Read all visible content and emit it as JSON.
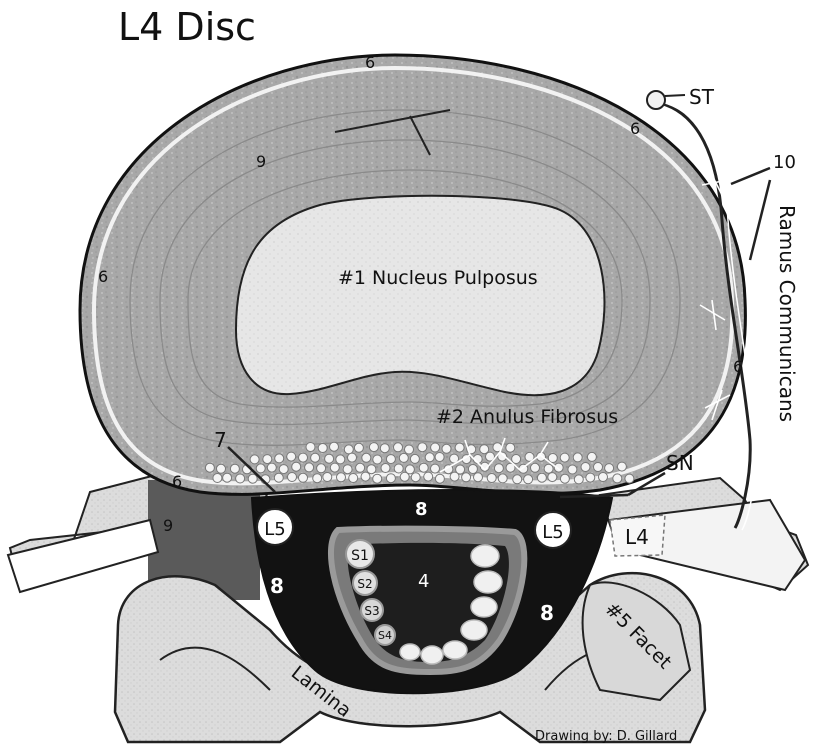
{
  "title": "L4 Disc",
  "credit": "Drawing by: D. Gillard",
  "labels": {
    "nucleus": "#1 Nucleus Pulposus",
    "anulus": "#2 Anulus Fibrosus",
    "canal": "4",
    "facet": "#5 Facet",
    "lamina": "Lamina",
    "ramus": "Ramus Communicans",
    "st": "ST",
    "sn": "SN",
    "ten": "10",
    "seven": "7",
    "six": "6",
    "eight": "8",
    "nine": "9",
    "l5": "L5",
    "l4": "L4",
    "s1": "S1",
    "s2": "S2",
    "s3": "S3",
    "s4": "S4"
  },
  "colors": {
    "disc_fill": "#a9a9a9",
    "nucleus_fill": "#e4e4e4",
    "canal_fill": "#121212",
    "dura_fill": "#6f6f6f",
    "bone_fill": "#d6d6d6",
    "muscle_fill": "#5e5e5e"
  }
}
